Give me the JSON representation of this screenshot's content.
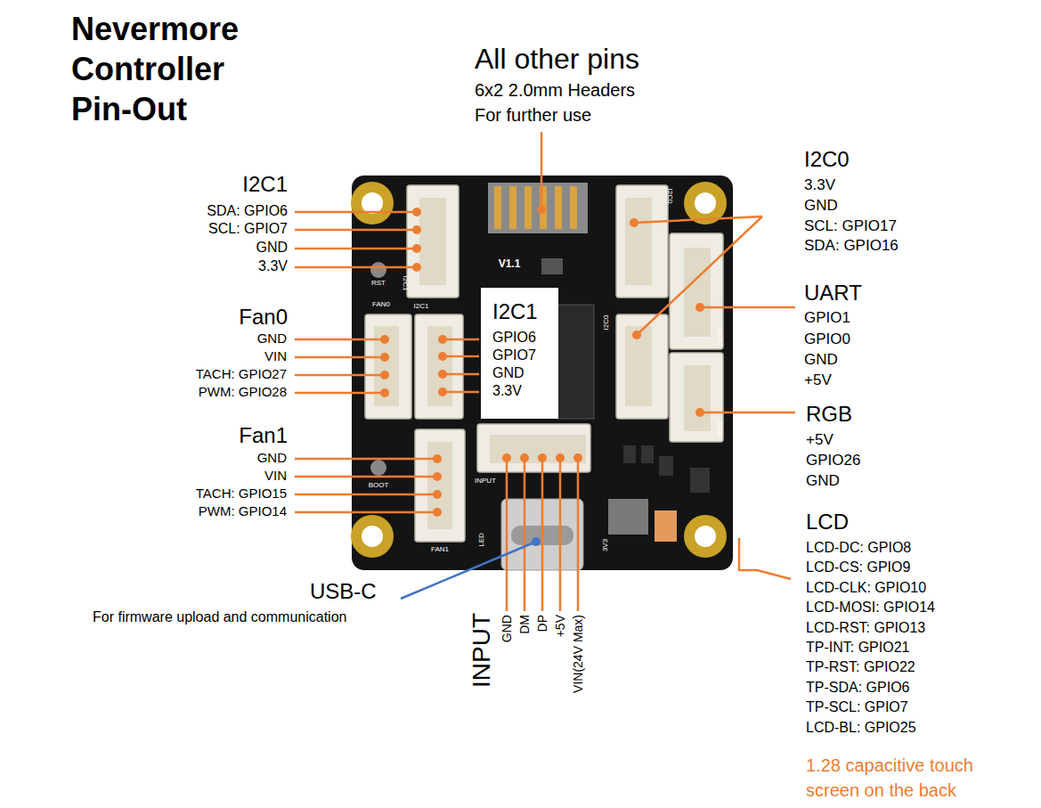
{
  "diagram": {
    "title": "Nevermore Controller Pin-Out",
    "nodes": [
      {
        "text": [
          "I2C1",
          "GPIO6",
          "GPIO7",
          "GND",
          "3.3V"
        ]
      }
    ],
    "labels": [
      "All other pins",
      "6x2 2.0mm Headers",
      "For further use",
      "I2C1",
      "SDA: GPIO6",
      "SCL: GPIO7",
      "GND",
      "3.3V",
      "Fan0",
      "GND",
      "VIN",
      "TACH: GPIO27",
      "PWM: GPIO28",
      "Fan1",
      "GND",
      "VIN",
      "TACH: GPIO15",
      "PWM: GPIO14",
      "I2C0",
      "3.3V",
      "GND",
      "SCL: GPIO17",
      "SDA: GPIO16",
      "UART",
      "GPIO1",
      "GPIO0",
      "GND",
      "+5V",
      "RGB",
      "+5V",
      "GPIO26",
      "GND",
      "LCD",
      "LCD-DC: GPIO8",
      "LCD-CS: GPIO9",
      "LCD-CLK: GPIO10",
      "LCD-MOSI: GPIO14",
      "LCD-RST: GPIO13",
      "TP-INT: GPIO21",
      "TP-RST: GPIO22",
      "TP-SDA: GPIO6",
      "TP-SCL: GPIO7",
      "LCD-BL: GPIO25",
      "1.28 capacitive touch screen on the back",
      "USB-C",
      "For firmware upload and communication",
      "INPUT",
      "GND",
      "DM",
      "DP",
      "+5V",
      "VIN(24V Max)",
      "V1.1",
      "FAN0",
      "I2C1",
      "FAN1",
      "INPUT",
      "I2C0",
      "LED",
      "3V3",
      "RST",
      "BOOT",
      "UART",
      "RGB",
      "I2C1",
      "I2C0"
    ]
  }
}
